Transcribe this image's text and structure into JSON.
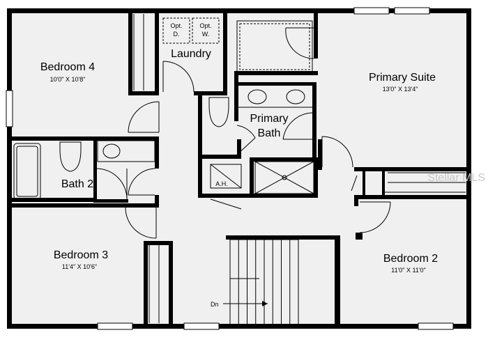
{
  "rooms": {
    "bedroom4": {
      "name": "Bedroom 4",
      "dims": "10'0\" X 10'8\""
    },
    "laundry": {
      "name": "Laundry"
    },
    "primary_suite": {
      "name": "Primary Suite",
      "dims": "13'0\" X 13'4\""
    },
    "primary_bath": {
      "name_line1": "Primary",
      "name_line2": "Bath"
    },
    "bath2": {
      "name": "Bath 2"
    },
    "bedroom3": {
      "name": "Bedroom 3",
      "dims": "11'4\" X 10'6\""
    },
    "bedroom2": {
      "name": "Bedroom 2",
      "dims": "11'0\" X 11'0\""
    }
  },
  "fixtures": {
    "dryer_line1": "Opt.",
    "dryer_line2": "D.",
    "washer_line1": "Opt.",
    "washer_line2": "W.",
    "air_handler": "A.H."
  },
  "stairs": {
    "label": "Dn"
  },
  "watermark": "Stellar MLS"
}
